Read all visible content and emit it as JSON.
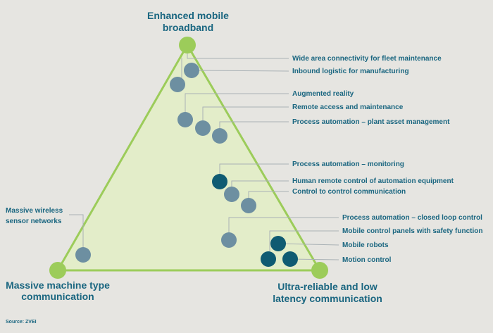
{
  "corners": {
    "top": [
      "Enhanced mobile",
      "broadband"
    ],
    "left": [
      "Massive machine type",
      "communication"
    ],
    "right": [
      "Ultra-reliable and low",
      "latency communication"
    ]
  },
  "side_label": [
    "Massive wireless",
    "sensor networks"
  ],
  "use_cases": [
    {
      "label": "Wide area connectivity for fleet maintenance",
      "tone": "light"
    },
    {
      "label": "Inbound logistic for manufacturing",
      "tone": "light"
    },
    {
      "label": "Augmented reality",
      "tone": "light"
    },
    {
      "label": "Remote access and maintenance",
      "tone": "light"
    },
    {
      "label": "Process automation – plant asset management",
      "tone": "light"
    },
    {
      "label": "Process automation – monitoring",
      "tone": "dark"
    },
    {
      "label": "Human remote control of automation equipment",
      "tone": "light"
    },
    {
      "label": "Control to control communication",
      "tone": "light"
    },
    {
      "label": "Process automation – closed loop control",
      "tone": "light"
    },
    {
      "label": "Mobile control panels with safety function",
      "tone": "dark"
    },
    {
      "label": "Mobile robots",
      "tone": "dark"
    },
    {
      "label": "Motion control",
      "tone": "dark"
    }
  ],
  "source": "Source: ZVEI",
  "colors": {
    "triangle_fill": "#e3edc9",
    "triangle_stroke": "#9ccc5a",
    "vertex": "#9ccc5a",
    "dot_light": "#6d8fa1",
    "dot_dark": "#0f5b72",
    "text": "#1a6680"
  }
}
